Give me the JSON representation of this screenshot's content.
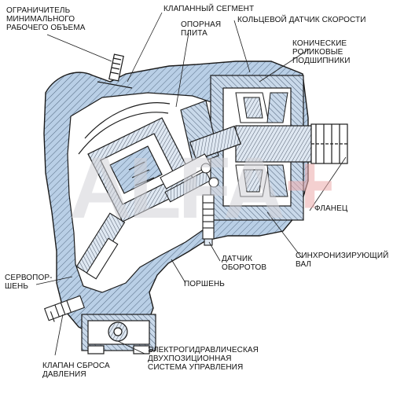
{
  "colors": {
    "body_fill": "#b9cfe6",
    "line": "#1b1b1b",
    "watermark": "#d0d0d6",
    "watermark_plus": "#eaa8a8"
  },
  "labels": {
    "min_volume_limiter": "ОГРАНИЧИТЕЛЬ\nМИНИМАЛЬНОГО\nРАБОЧЕГО ОБЪЕМА",
    "valve_segment": "КЛАПАННЫЙ СЕГМЕНТ",
    "ring_speed_sensor": "КОЛЬЦЕВОЙ ДАТЧИК СКОРОСТИ",
    "support_plate": "ОПОРНАЯ\nПЛИТА",
    "tapered_roller_bearings": "КОНИЧЕСКИЕ\nРОЛИКОВЫЕ\nПОДШИПНИКИ",
    "flange": "ФЛАНЕЦ",
    "rpm_sensor": "ДАТЧИК\nОБОРОТОВ",
    "sync_shaft": "СИНХРОНИЗИРУЮЩИЙ\nВАЛ",
    "servo_piston": "СЕРВОПОР-\nШЕНЬ",
    "piston": "ПОРШЕНЬ",
    "electrohydraulic_system": "ЭЛЕКТРОГИДРАВЛИЧЕСКАЯ\nДВУХПОЗИЦИОННАЯ\nСИСТЕМА УПРАВЛЕНИЯ",
    "pressure_relief_valve": "КЛАПАН СБРОСА\nДАВЛЕНИЯ"
  },
  "watermark": {
    "text": "ALFA",
    "plus": "+"
  }
}
